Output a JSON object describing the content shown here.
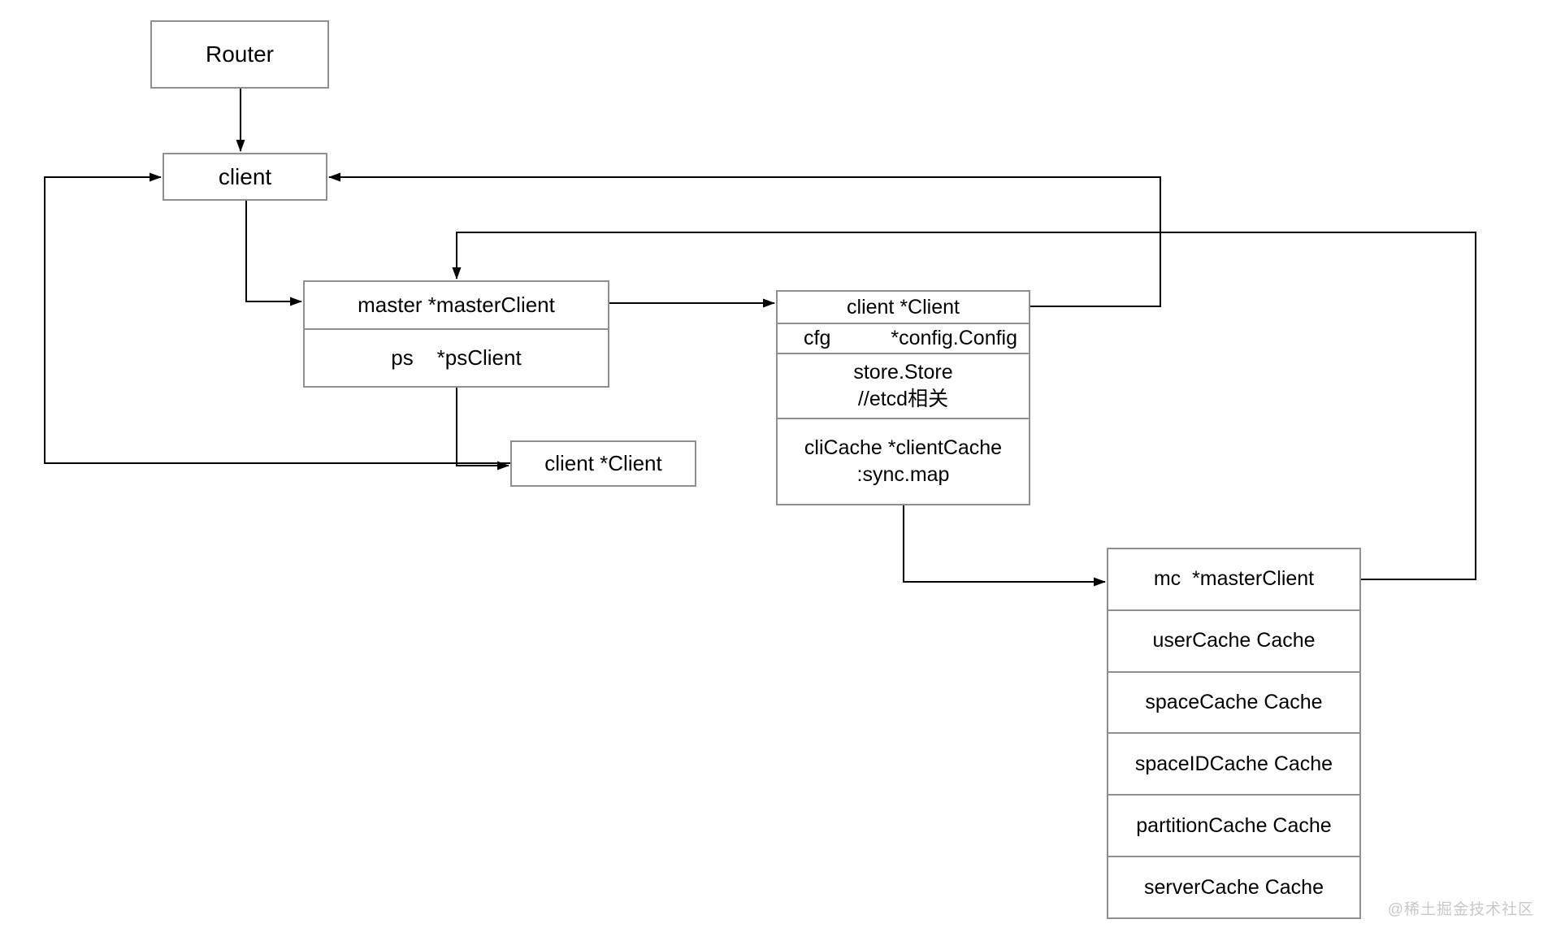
{
  "diagram": {
    "router": {
      "label": "Router"
    },
    "client": {
      "label": "client"
    },
    "master": {
      "title_row": "master *masterClient",
      "ps_row": "ps    *psClient"
    },
    "small_client": {
      "label": "client *Client"
    },
    "client_struct": {
      "title": "client *Client",
      "cfg_name": "cfg",
      "cfg_type": "*config.Config",
      "store_line1": "store.Store",
      "store_line2": "//etcd相关",
      "clicache_line1": "cliCache *clientCache",
      "clicache_line2": ":sync.map"
    },
    "master_struct": {
      "rows": [
        "mc  *masterClient",
        "userCache Cache",
        "spaceCache Cache",
        "spaceIDCache Cache",
        "partitionCache Cache",
        "serverCache Cache"
      ]
    },
    "watermark": "@稀土掘金技术社区"
  },
  "colors": {
    "background": "#ffffff",
    "box_border": "#8f8f8f",
    "arrow": "#000000",
    "watermark_text": "#c8c8c8"
  }
}
